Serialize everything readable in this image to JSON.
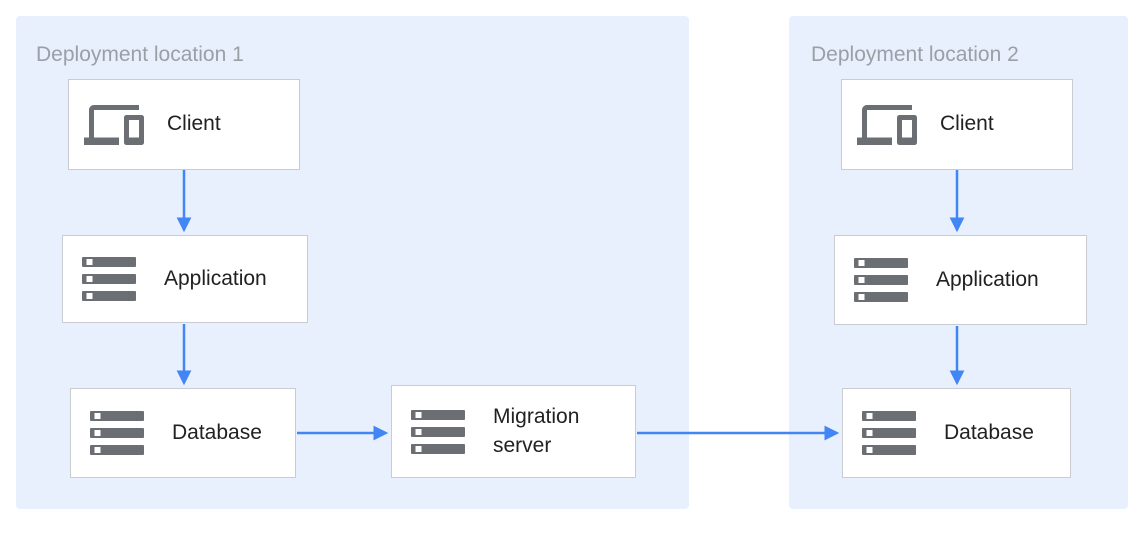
{
  "diagram": {
    "regions": [
      {
        "id": "deployment-location-1",
        "label": "Deployment location 1"
      },
      {
        "id": "deployment-location-2",
        "label": "Deployment location 2"
      }
    ],
    "nodes": {
      "client1": {
        "label": "Client",
        "icon": "devices-icon",
        "region": "Deployment location 1"
      },
      "app1": {
        "label": "Application",
        "icon": "server-stack-icon",
        "region": "Deployment location 1"
      },
      "db1": {
        "label": "Database",
        "icon": "server-stack-icon",
        "region": "Deployment location 1"
      },
      "migration": {
        "label": "Migration server",
        "icon": "server-stack-icon",
        "region": "Deployment location 1"
      },
      "client2": {
        "label": "Client",
        "icon": "devices-icon",
        "region": "Deployment location 2"
      },
      "app2": {
        "label": "Application",
        "icon": "server-stack-icon",
        "region": "Deployment location 2"
      },
      "db2": {
        "label": "Database",
        "icon": "server-stack-icon",
        "region": "Deployment location 2"
      }
    },
    "edges": [
      {
        "from": "client1",
        "to": "app1"
      },
      {
        "from": "app1",
        "to": "db1"
      },
      {
        "from": "db1",
        "to": "migration"
      },
      {
        "from": "migration",
        "to": "db2"
      },
      {
        "from": "client2",
        "to": "app2"
      },
      {
        "from": "app2",
        "to": "db2"
      }
    ],
    "colors": {
      "region_background": "#e8f0fe",
      "node_background": "#ffffff",
      "node_border": "#c9ccd1",
      "arrow": "#4285f4",
      "icon_gray": "#6b6f73",
      "region_label_gray": "#9aa0a6",
      "node_text": "#212121"
    }
  }
}
